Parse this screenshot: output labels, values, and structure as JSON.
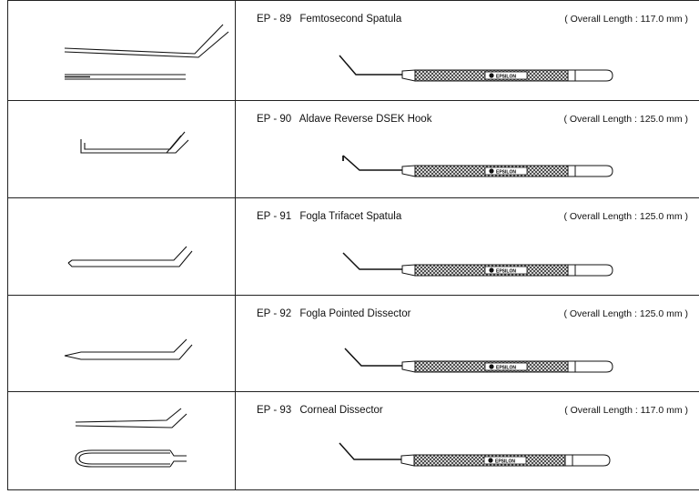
{
  "brand": "EPSILON",
  "instruments": [
    {
      "code": "EP - 89",
      "name": "Femtosecond Spatula",
      "length": "( Overall Length : 117.0 mm )"
    },
    {
      "code": "EP - 90",
      "name": "Aldave Reverse DSEK Hook",
      "length": "( Overall Length : 125.0 mm )"
    },
    {
      "code": "EP - 91",
      "name": "Fogla Trifacet Spatula",
      "length": "( Overall Length : 125.0 mm )"
    },
    {
      "code": "EP - 92",
      "name": "Fogla Pointed Dissector",
      "length": "( Overall Length : 125.0 mm )"
    },
    {
      "code": "EP - 93",
      "name": "Corneal Dissector",
      "length": "( Overall Length : 117.0 mm )"
    }
  ]
}
